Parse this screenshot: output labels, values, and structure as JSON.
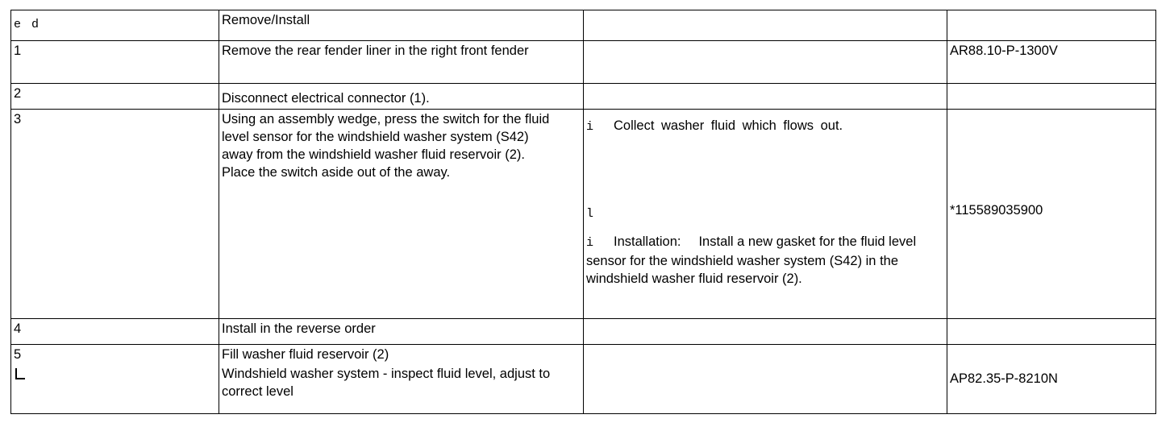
{
  "header": {
    "col1": "e  d",
    "col2": "Remove/Install",
    "col3": "",
    "col4": ""
  },
  "rows": [
    {
      "step": "1",
      "text": "Remove the rear fender liner in the right front fender",
      "note": "",
      "ref": "AR88.10-P-1300V"
    },
    {
      "step": "2",
      "text": "Disconnect electrical connector (1).",
      "note": "",
      "ref": ""
    },
    {
      "step": "3",
      "text": "Using an assembly wedge, press the switch for the fluid level sensor for the windshield washer system (S42) away from the windshield washer fluid reservoir (2). Place the switch aside out of the away.",
      "note1_icon": "i",
      "note1": "Collect washer fluid which flows out.",
      "note2_icon": "l",
      "note3_icon": "i",
      "note3_label": "Installation:",
      "note3_text": "Install a new gasket for the fluid level sensor for the windshield washer system (S42) in the windshield washer fluid reservoir (2).",
      "ref": "*115589035900"
    },
    {
      "step": "4",
      "text": "Install in the reverse order",
      "note": "",
      "ref": ""
    },
    {
      "step": "5",
      "text": "Fill washer fluid reservoir (2)",
      "text2": "Windshield washer system - inspect fluid level, adjust to correct level",
      "note": "",
      "ref": "AP82.35-P-8210N"
    }
  ],
  "icons": {
    "step5_icon": "reference-corner-icon"
  }
}
